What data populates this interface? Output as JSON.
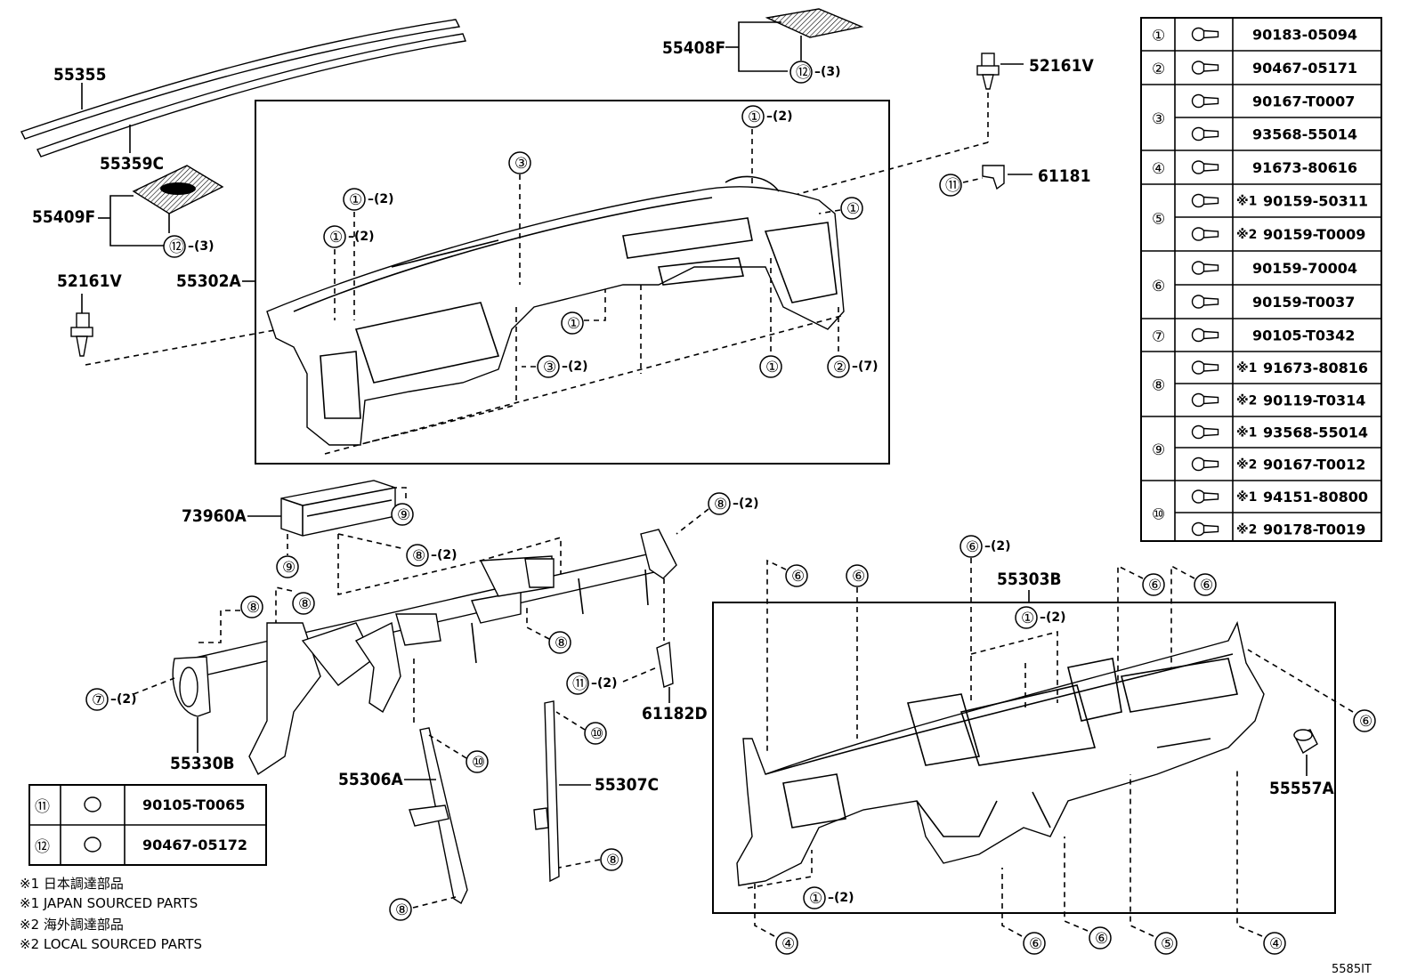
{
  "part_labels": {
    "p55355": "55355",
    "p55359c": "55359C",
    "p55409f": "55409F",
    "p52161v_left": "52161V",
    "p55302a": "55302A",
    "p55408f": "55408F",
    "p52161v_right": "52161V",
    "p61181": "61181",
    "p73960a": "73960A",
    "p55330b": "55330B",
    "p55306a": "55306A",
    "p55307c": "55307C",
    "p61182d": "61182D",
    "p55303b": "55303B",
    "p55557a": "55557A"
  },
  "callouts": {
    "c12_qty3": "(3)",
    "c12_qty3b": "(3)",
    "c1_qty2": "(2)",
    "c2_qty7": "(7)",
    "c3_qty2": "(2)",
    "c8_qty2": "(2)",
    "c7_qty2": "(2)",
    "c11_qty2": "(2)",
    "c6_qty2": "(2)"
  },
  "circled_numbers": [
    "1",
    "2",
    "3",
    "4",
    "5",
    "6",
    "7",
    "8",
    "9",
    "10",
    "11",
    "12"
  ],
  "fastener_table": [
    {
      "ref": "1",
      "rows": [
        {
          "mark": "",
          "part": "90183-05094"
        }
      ]
    },
    {
      "ref": "2",
      "rows": [
        {
          "mark": "",
          "part": "90467-05171"
        }
      ]
    },
    {
      "ref": "3",
      "rows": [
        {
          "mark": "",
          "part": "90167-T0007"
        },
        {
          "mark": "",
          "part": "93568-55014"
        }
      ]
    },
    {
      "ref": "4",
      "rows": [
        {
          "mark": "",
          "part": "91673-80616"
        }
      ]
    },
    {
      "ref": "5",
      "rows": [
        {
          "mark": "※1",
          "part": "90159-50311"
        },
        {
          "mark": "※2",
          "part": "90159-T0009"
        }
      ]
    },
    {
      "ref": "6",
      "rows": [
        {
          "mark": "",
          "part": "90159-70004"
        },
        {
          "mark": "",
          "part": "90159-T0037"
        }
      ]
    },
    {
      "ref": "7",
      "rows": [
        {
          "mark": "",
          "part": "90105-T0342"
        }
      ]
    },
    {
      "ref": "8",
      "rows": [
        {
          "mark": "※1",
          "part": "91673-80816"
        },
        {
          "mark": "※2",
          "part": "90119-T0314"
        }
      ]
    },
    {
      "ref": "9",
      "rows": [
        {
          "mark": "※1",
          "part": "93568-55014"
        },
        {
          "mark": "※2",
          "part": "90167-T0012"
        }
      ]
    },
    {
      "ref": "10",
      "rows": [
        {
          "mark": "※1",
          "part": "94151-80800"
        },
        {
          "mark": "※2",
          "part": "90178-T0019"
        }
      ]
    }
  ],
  "small_table": [
    {
      "ref": "11",
      "part": "90105-T0065"
    },
    {
      "ref": "12",
      "part": "90467-05172"
    }
  ],
  "notes": [
    "※1 日本調達部品",
    "※1 JAPAN SOURCED PARTS",
    "※2 海外調達部品",
    "※2 LOCAL SOURCED PARTS"
  ],
  "drawing_code": "5585IT"
}
